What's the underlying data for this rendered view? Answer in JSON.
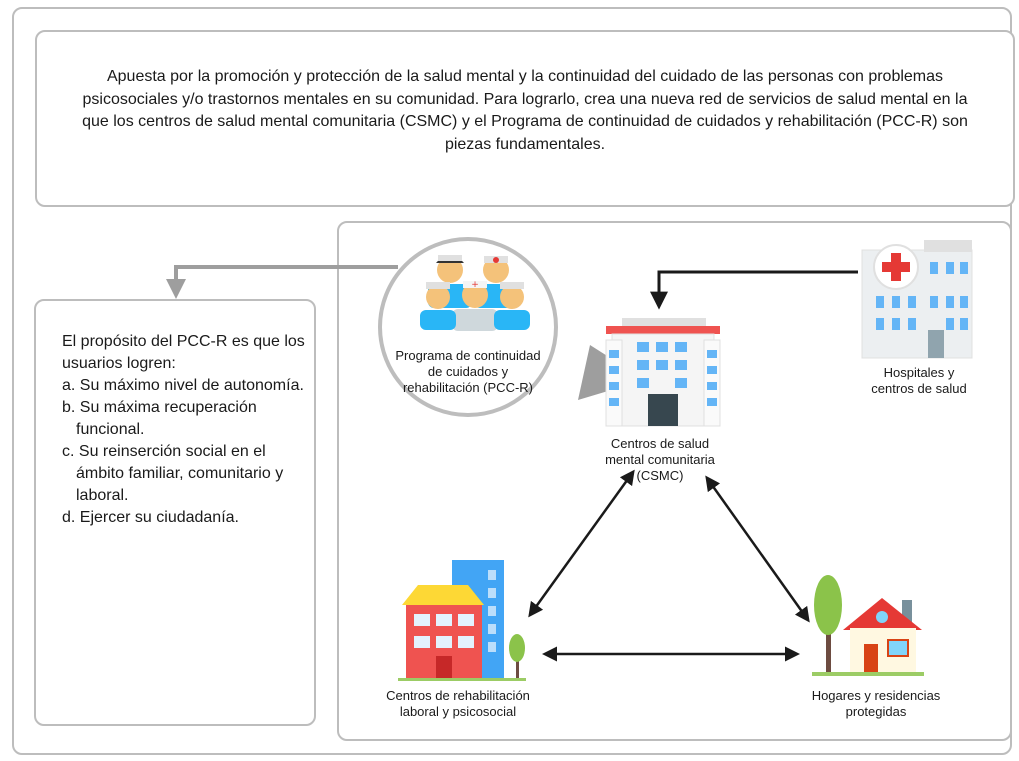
{
  "intro": {
    "text": "Apuesta por la promoción y protección de la salud mental y la continuidad del cuidado de las personas con problemas psicosociales y/o trastornos mentales en su comunidad. Para lograrlo, crea una nueva red de servicios de salud mental en la que los centros de salud mental comunitaria (CSMC) y el Programa de continuidad de cuidados y rehabilitación (PCC-R) son piezas fundamentales."
  },
  "purpose": {
    "lead": "El propósito del PCC-R es que los usuarios logren:",
    "items": [
      "a. Su máximo nivel de autonomía.",
      "b. Su máxima recuperación funcional.",
      "c. Su reinserción social en el ámbito familiar, comunitario y laboral.",
      "d. Ejercer su ciudadanía."
    ]
  },
  "nodes": {
    "pccr": "Programa de continuidad de cuidados y rehabilitación (PCC-R)",
    "csmc": "Centros de salud mental comunitaria (CSMC)",
    "hospitals": "Hospitales y centros de salud",
    "rehab": "Centros de rehabilitación laboral y psicosocial",
    "homes": "Hogares y residencias protegidas"
  },
  "colors": {
    "border": "#bdbdbd",
    "arrow": "#1a1a1a",
    "connector": "#9e9e9e",
    "hospital_cross": "#e53935",
    "building_blue": "#64b5f6",
    "roof_red": "#ef5350",
    "roof_yellow": "#fdd835",
    "tree_green": "#8bc34a"
  }
}
